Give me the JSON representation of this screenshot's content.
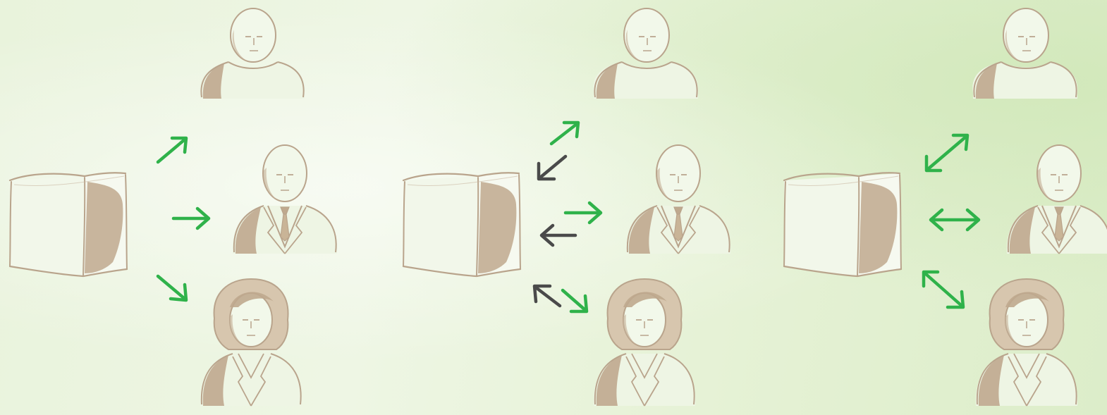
{
  "colors": {
    "background": "#e8f2db",
    "sketch_line": "#b9a48c",
    "sketch_shade": "#bfa98e",
    "figure_fill": "#eef5e4",
    "arrow_green": "#2fb24a",
    "arrow_dark": "#4a4a4a"
  },
  "panels": [
    {
      "name": "one-way",
      "box": "cube-sketch",
      "people": [
        "person-casual",
        "person-businessman",
        "person-businesswoman"
      ],
      "arrows": [
        {
          "to": "person-casual",
          "style": "one-way-out",
          "color": "arrow_green"
        },
        {
          "to": "person-businessman",
          "style": "one-way-out",
          "color": "arrow_green"
        },
        {
          "to": "person-businesswoman",
          "style": "one-way-out",
          "color": "arrow_green"
        }
      ]
    },
    {
      "name": "two-way-separate",
      "box": "cube-sketch",
      "people": [
        "person-casual",
        "person-businessman",
        "person-businesswoman"
      ],
      "arrows": [
        {
          "to": "person-casual",
          "style": "out-green-in-dark"
        },
        {
          "to": "person-businessman",
          "style": "out-green-in-dark"
        },
        {
          "to": "person-businesswoman",
          "style": "out-green-in-dark"
        }
      ]
    },
    {
      "name": "two-way-combined",
      "box": "cube-sketch",
      "people": [
        "person-casual",
        "person-businessman",
        "person-businesswoman"
      ],
      "arrows": [
        {
          "to": "person-casual",
          "style": "double-headed",
          "color": "arrow_green"
        },
        {
          "to": "person-businessman",
          "style": "double-headed",
          "color": "arrow_green"
        },
        {
          "to": "person-businesswoman",
          "style": "double-headed",
          "color": "arrow_green"
        }
      ]
    }
  ]
}
